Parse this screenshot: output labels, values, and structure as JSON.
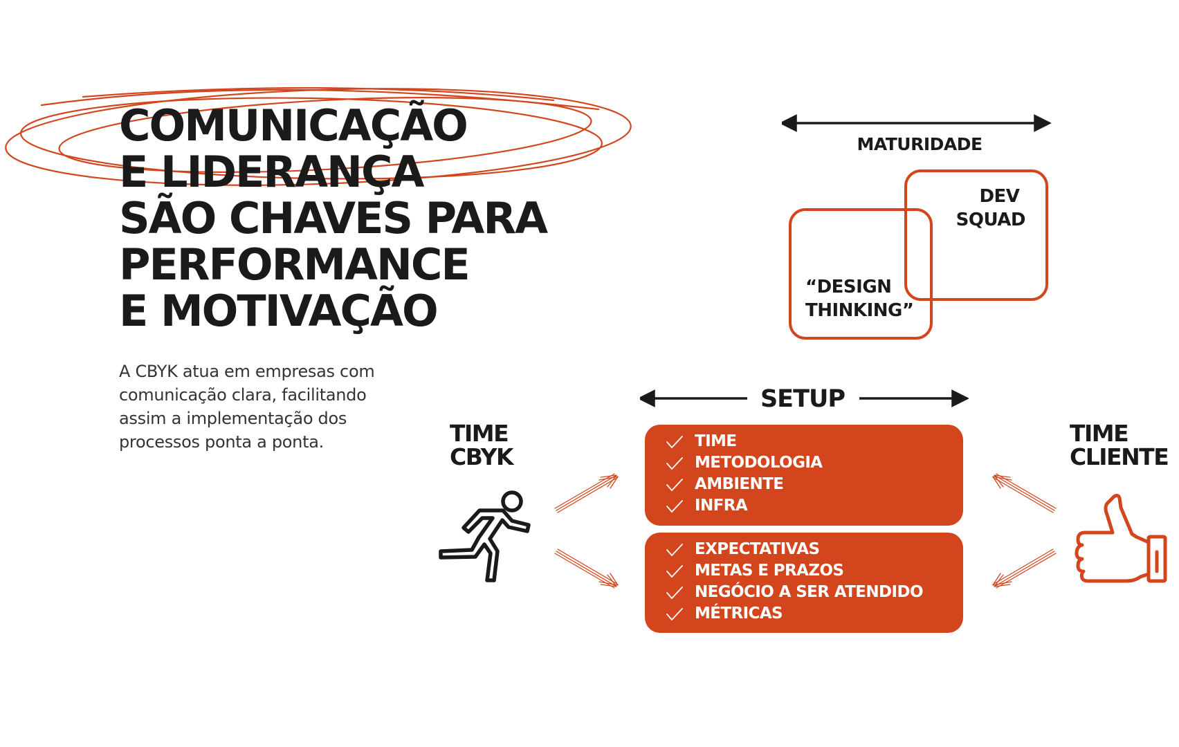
{
  "headline": {
    "lines": [
      "COMUNICAÇÃO",
      "E LIDERANÇA",
      "SÃO CHAVES PARA",
      "PERFORMANCE",
      "E MOTIVAÇÃO"
    ]
  },
  "body_text": "A CBYK atua em empresas com comunicação clara, facilitando assim a implementação dos processos ponta a ponta.",
  "maturity": {
    "label": "MATURIDADE",
    "box_left": [
      "“DESIGN",
      "THINKING”"
    ],
    "box_right": [
      "DEV",
      "SQUAD"
    ]
  },
  "setup": {
    "label": "SETUP",
    "box_top": [
      "TIME",
      "METODOLOGIA",
      "AMBIENTE",
      "INFRA"
    ],
    "box_bottom": [
      "EXPECTATIVAS",
      "METAS E PRAZOS",
      "NEGÓCIO A SER ATENDIDO",
      "MÉTRICAS"
    ]
  },
  "teams": {
    "left": [
      "TIME",
      "CBYK"
    ],
    "right": [
      "TIME",
      "CLIENTE"
    ]
  },
  "icons": {
    "left": "runner-icon",
    "right": "thumbs-up-icon",
    "check": "check-icon"
  },
  "colors": {
    "accent": "#d2451d",
    "text": "#1a1a1a",
    "body": "#333333",
    "background": "#ffffff"
  }
}
